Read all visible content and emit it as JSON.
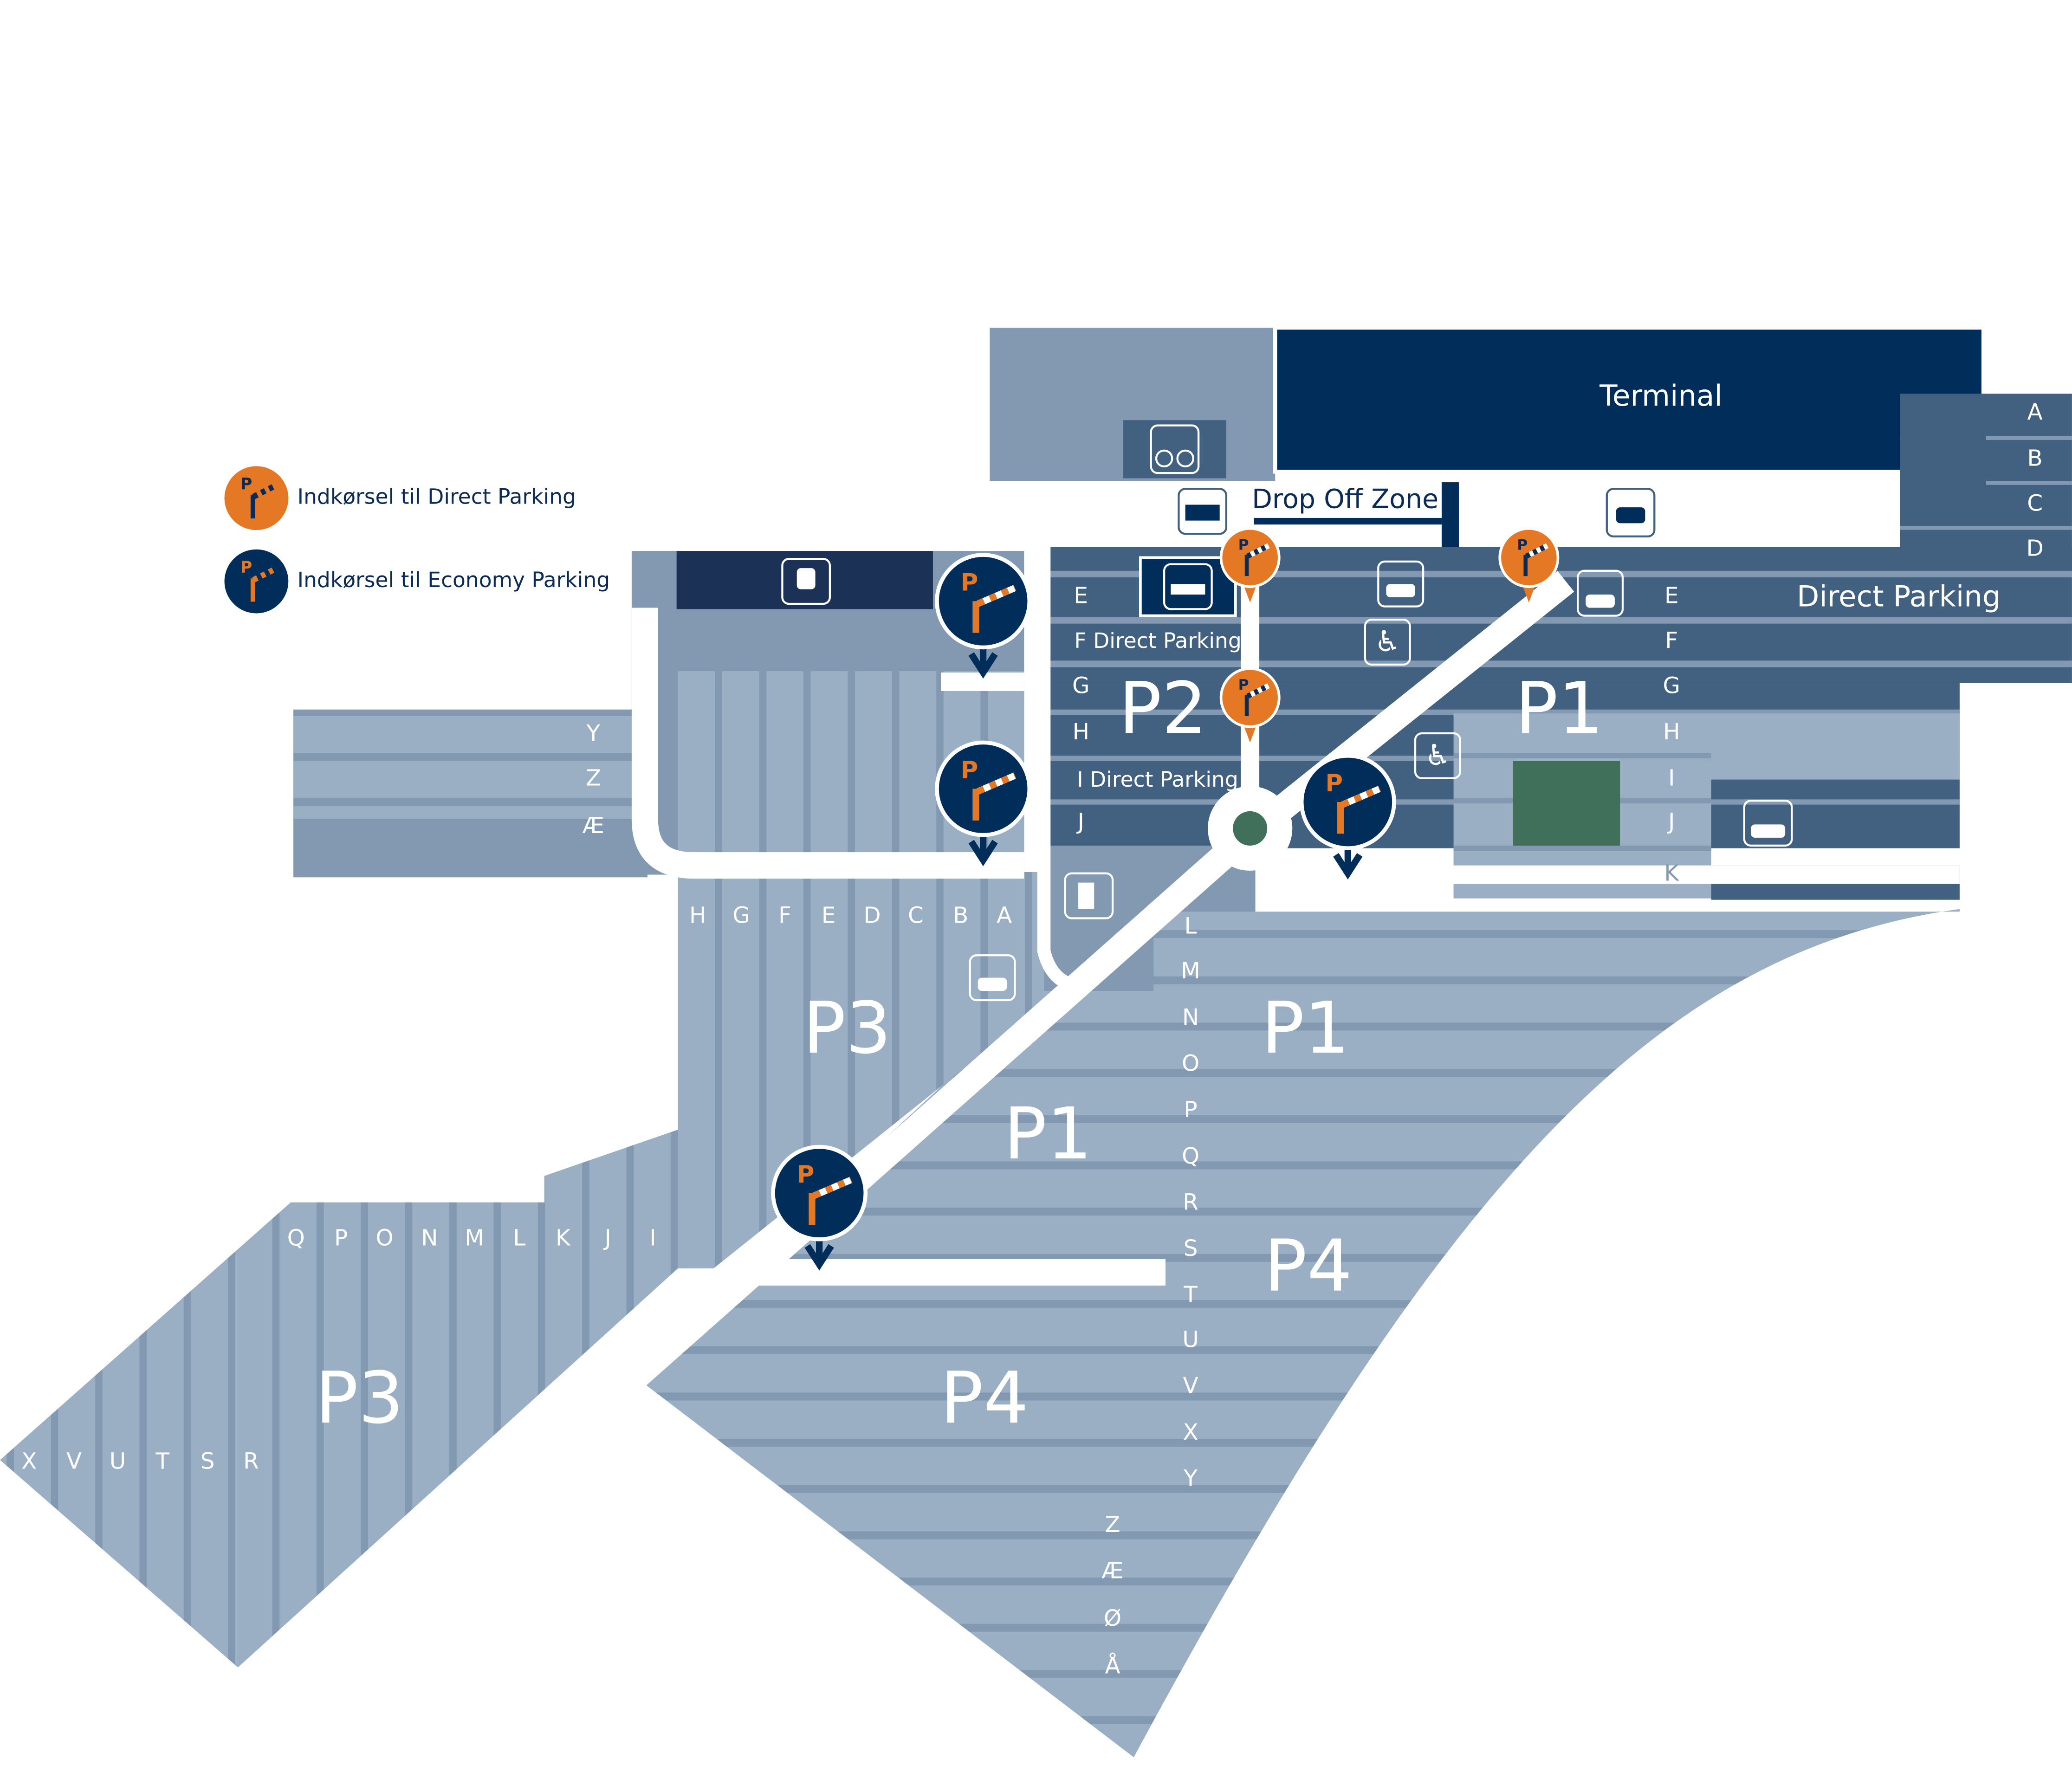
{
  "legend": [
    {
      "label": "Indkørsel til Direct Parking",
      "color": "#e57824"
    },
    {
      "label": "Indkørsel til Economy Parking",
      "color": "#002d5a"
    }
  ],
  "buildings": {
    "terminal": "Terminal",
    "drop_off": "Drop Off Zone",
    "direct_parking": "Direct Parking"
  },
  "zones": [
    "P2",
    "P1",
    "P1",
    "P3",
    "P1",
    "P4",
    "P4",
    "P3"
  ],
  "rows": {
    "terminal_right": [
      "A",
      "B",
      "C",
      "D"
    ],
    "p2": [
      "E",
      "F Direct Parking",
      "G",
      "H",
      "I Direct Parking",
      "J"
    ],
    "p1_upper": [
      "E",
      "F",
      "G",
      "H",
      "I",
      "J",
      "K"
    ],
    "p3_left_upper": [
      "Y",
      "Z",
      "Æ"
    ],
    "p3_columns": [
      "H",
      "G",
      "F",
      "E",
      "D",
      "C",
      "B",
      "A"
    ],
    "p1_p4_rows": [
      "L",
      "M",
      "N",
      "O",
      "P",
      "Q",
      "R",
      "S",
      "T",
      "U",
      "V",
      "X",
      "Y",
      "Z",
      "Æ",
      "Ø",
      "Å"
    ],
    "p3_lower_columns": [
      "Q",
      "P",
      "O",
      "N",
      "M",
      "L",
      "K",
      "J",
      "I"
    ],
    "p3_lower_rows": [
      "X",
      "V",
      "U",
      "T",
      "S",
      "R"
    ]
  },
  "icons": [
    "bicycle-parking-icon",
    "bus-icon",
    "taxi-icon",
    "train-icon",
    "hotel-icon",
    "ev-charging-icon",
    "accessible-parking-icon",
    "fuel-station-icon",
    "car-rental-icon"
  ],
  "colors": {
    "navy": "#002d5a",
    "mid_blue": "#42607f",
    "light_blue": "#9aafc4",
    "gray_blue": "#8398b1",
    "green": "#41705a",
    "orange": "#e57824"
  }
}
